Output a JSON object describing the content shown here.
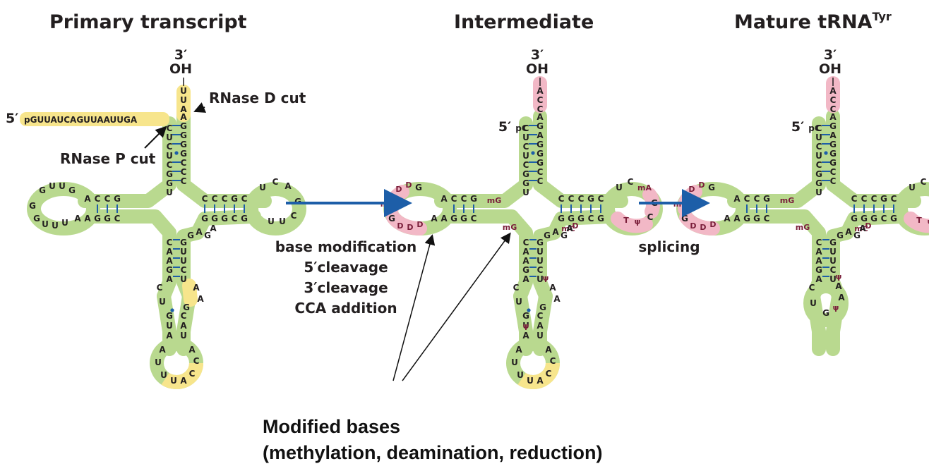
{
  "titles": {
    "primary": "Primary transcript",
    "intermediate": "Intermediate",
    "mature": "Mature tRNA",
    "mature_sup": "Tyr"
  },
  "ends": {
    "three_prime": "3′",
    "oh": "OH",
    "five_prime": "5′",
    "leader": "pGUUAUCAGUUAAUUGA",
    "pC": "pC"
  },
  "labels": {
    "rnase_d": "RNase D cut",
    "rnase_p": "RNase P cut",
    "step1": "base modification",
    "step2": "5′cleavage",
    "step3": "3′cleavage",
    "step4": "CCA addition",
    "splicing": "splicing",
    "modified_line1": "Modified bases",
    "modified_line2": "(methylation, deamination, reduction)"
  },
  "colors": {
    "backbone": "#b9d98f",
    "leader": "#f7e58c",
    "modified": "#f2b8c6",
    "arrow": "#1d5ea8",
    "pair": "#1d5ea8"
  },
  "structures": {
    "primary": {
      "tail": [
        "U",
        "U",
        "A"
      ],
      "acceptor_5": [
        "C",
        "U",
        "C",
        "U",
        "C",
        "G",
        "G",
        "U"
      ],
      "acceptor_3": [
        "G",
        "A",
        "G",
        "G",
        "G",
        "G",
        "C",
        "C"
      ],
      "d_loop": [
        "A",
        "G",
        "U",
        "U",
        "G",
        "G",
        "U",
        "U",
        "U",
        "A"
      ],
      "d_stem_top": [
        "C",
        "C",
        "G"
      ],
      "d_stem_bot": [
        "G",
        "G",
        "C"
      ],
      "t_stem_top": [
        "C",
        "C",
        "C",
        "G",
        "C"
      ],
      "t_stem_bot": [
        "G",
        "G",
        "C",
        "G",
        "G"
      ],
      "t_loop": [
        "U",
        "C",
        "A",
        "G",
        "C",
        "U",
        "U"
      ],
      "anti_stem_5": [
        "C",
        "A",
        "A",
        "G",
        "A"
      ],
      "anti_stem_3": [
        "G",
        "U",
        "U",
        "C",
        "U"
      ],
      "anti_loop": [
        "C",
        "U",
        "G",
        "U",
        "A",
        "A",
        "U",
        "U",
        "A",
        "C",
        "C",
        "A",
        "U",
        "C",
        "A",
        "G",
        "A",
        "A"
      ],
      "variable": [
        "G",
        "A",
        "G",
        "A"
      ]
    },
    "intermediate": {
      "tail": [
        "A",
        "C",
        "C"
      ],
      "acceptor_5": [
        "C",
        "U",
        "C",
        "U",
        "C",
        "G",
        "G",
        "U"
      ],
      "acceptor_3": [
        "A",
        "G",
        "A",
        "G",
        "G",
        "G",
        "C",
        "C"
      ],
      "d_loop": [
        "D",
        "D",
        "G",
        "mG",
        "G",
        "D",
        "D",
        "D"
      ],
      "mods": [
        "mG",
        "mA",
        "mC",
        "T",
        "ψ",
        "D"
      ],
      "variable": [
        "G",
        "A",
        "G",
        "A"
      ]
    },
    "mature": {
      "tail": [
        "A",
        "C",
        "C"
      ],
      "d_loop": [
        "D",
        "D",
        "G",
        "mG",
        "G",
        "D",
        "D",
        "D"
      ],
      "anti_loop": [
        "C",
        "U",
        "G",
        "ψ",
        "A",
        "A"
      ],
      "mods": [
        "mG",
        "mA",
        "mC",
        "T",
        "ψ",
        "D"
      ]
    }
  }
}
